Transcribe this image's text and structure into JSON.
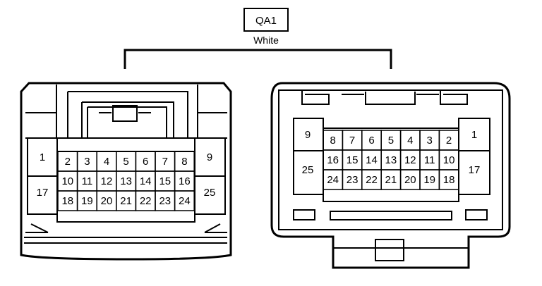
{
  "connector": {
    "code": "QA1",
    "color": "White"
  },
  "left_connector": {
    "side_pins": {
      "top_left": "1",
      "bottom_left": "17",
      "top_right": "9",
      "bottom_right": "25"
    },
    "rows": [
      [
        "2",
        "3",
        "4",
        "5",
        "6",
        "7",
        "8"
      ],
      [
        "10",
        "11",
        "12",
        "13",
        "14",
        "15",
        "16"
      ],
      [
        "18",
        "19",
        "20",
        "21",
        "22",
        "23",
        "24"
      ]
    ]
  },
  "right_connector": {
    "side_pins": {
      "top_left": "9",
      "bottom_left": "25",
      "top_right": "1",
      "bottom_right": "17"
    },
    "rows": [
      [
        "8",
        "7",
        "6",
        "5",
        "4",
        "3",
        "2"
      ],
      [
        "16",
        "15",
        "14",
        "13",
        "12",
        "11",
        "10"
      ],
      [
        "24",
        "23",
        "22",
        "21",
        "20",
        "19",
        "18"
      ]
    ]
  }
}
